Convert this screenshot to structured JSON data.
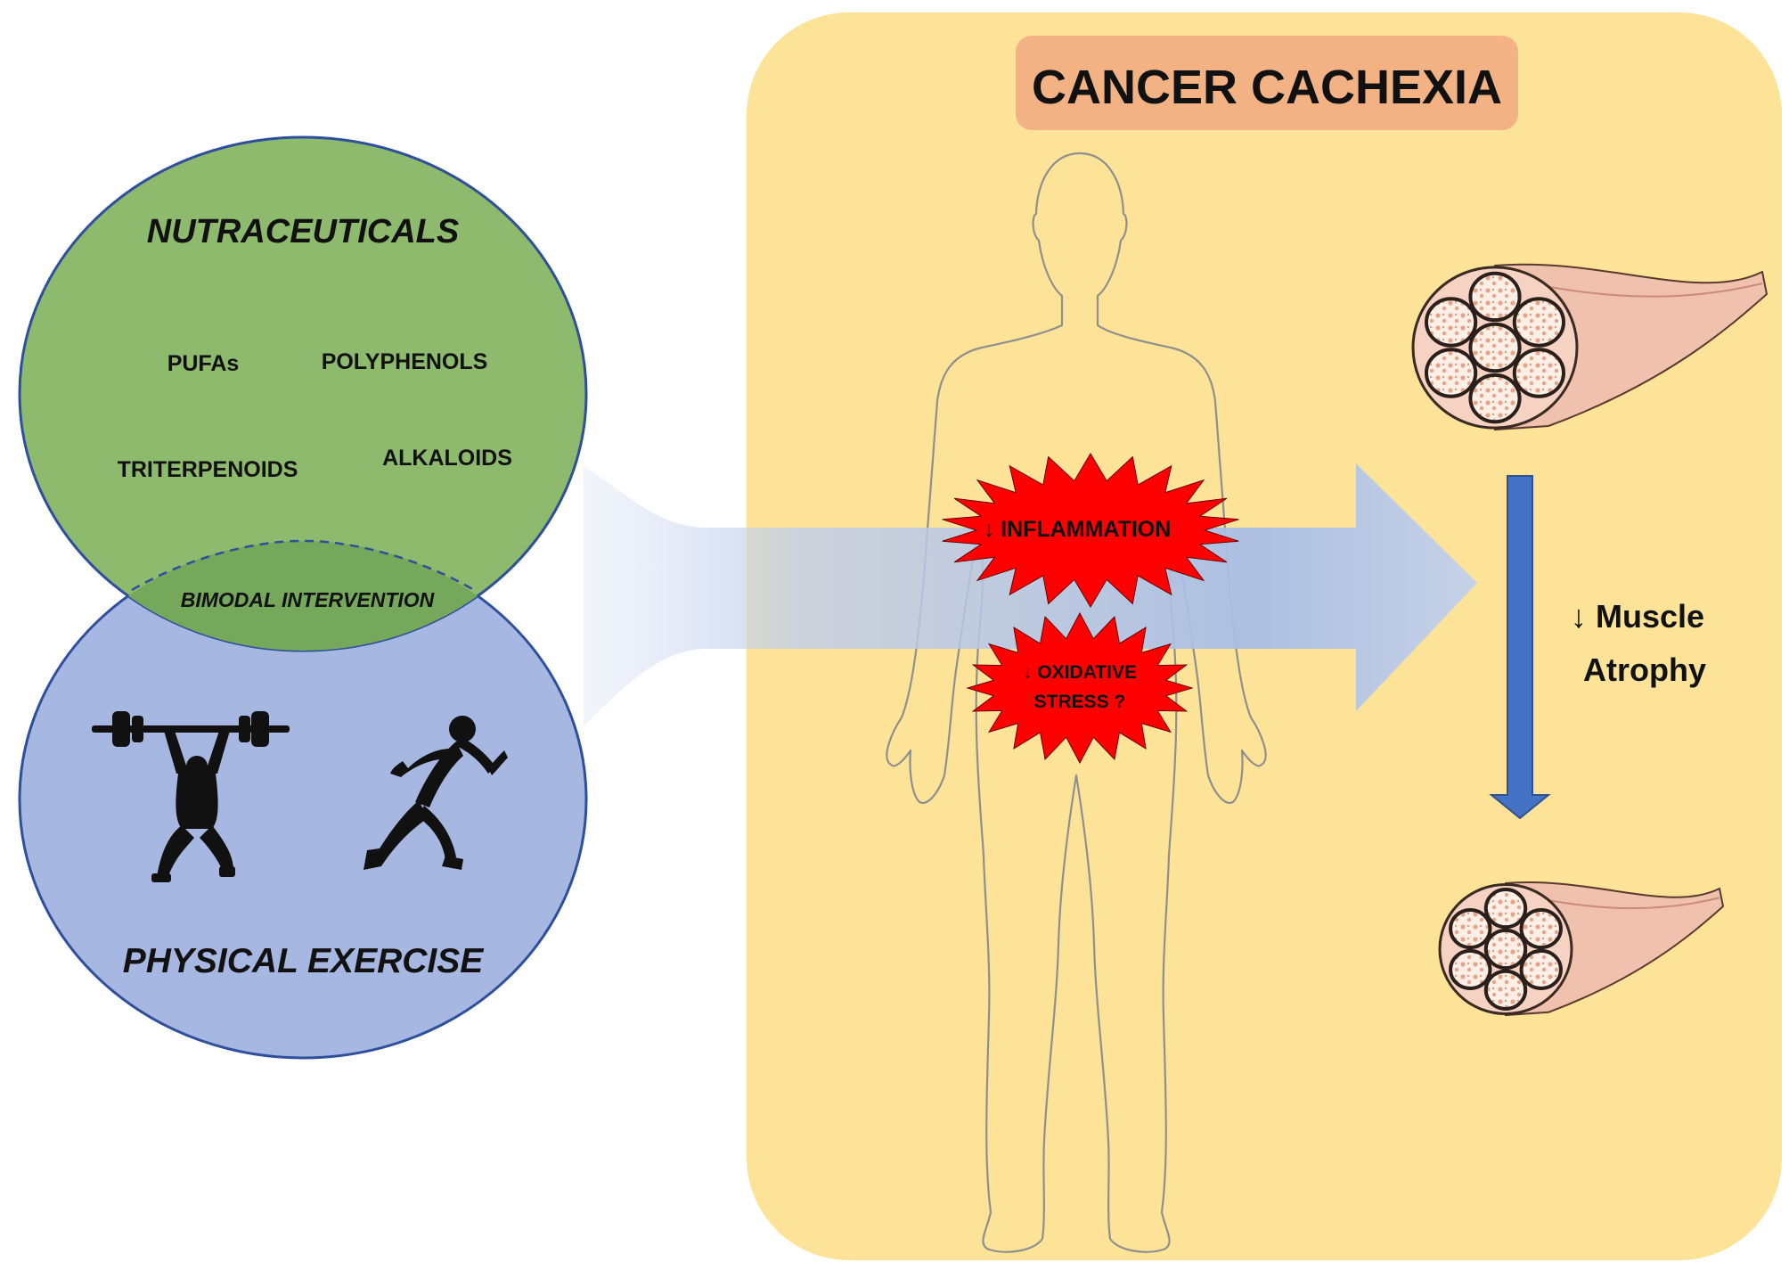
{
  "panel": {
    "title": "CANCER CACHEXIA",
    "background_color": "#FCE397",
    "title_box_color": "#F3B283"
  },
  "nutraceuticals": {
    "title": "NUTRACEUTICALS",
    "color": "#8DBA6C",
    "items": [
      "PUFAs",
      "POLYPHENOLS",
      "TRITERPENOIDS",
      "ALKALOIDS"
    ]
  },
  "exercise": {
    "title": "PHYSICAL EXERCISE",
    "color": "#A6B8E2",
    "icons": [
      "weightlifter-icon",
      "sprinter-icon"
    ]
  },
  "overlap": {
    "label": "BIMODAL INTERVENTION",
    "color": "#76A85B"
  },
  "effects": {
    "inflammation": "↓ INFLAMMATION",
    "oxidative_line1": "↓ OXIDATIVE",
    "oxidative_line2": "STRESS ?",
    "burst_color": "#FF0000"
  },
  "muscle": {
    "outcome_line1": "↓ Muscle",
    "outcome_line2": "Atrophy",
    "arrow_color": "#4472C4"
  }
}
